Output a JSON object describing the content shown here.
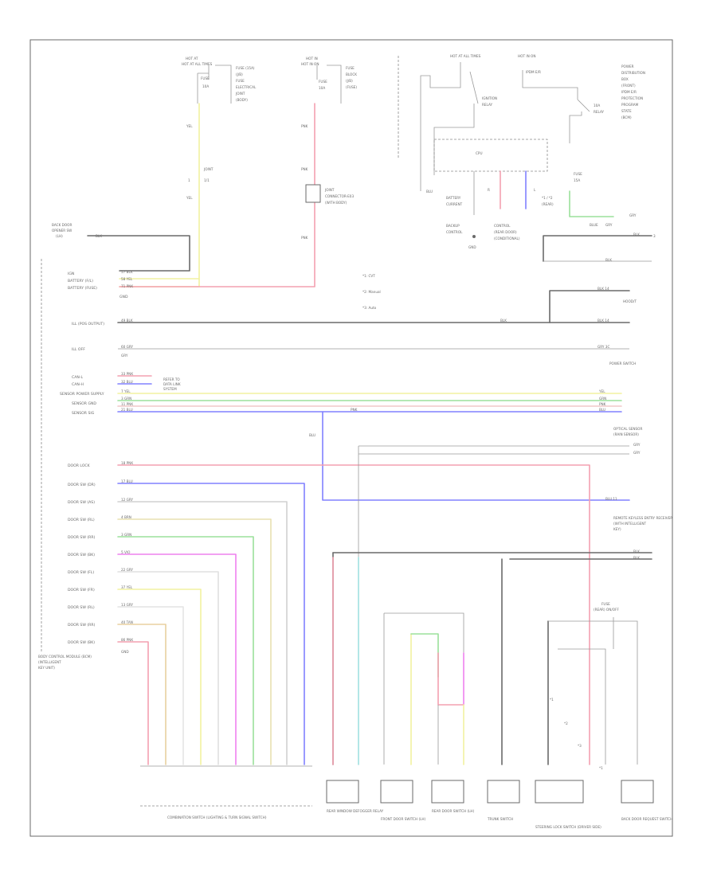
{
  "footer_code": "",
  "legend": {
    "items": [
      "*1: CVT",
      "*2: Manual",
      "*3: Auto"
    ]
  },
  "left_labels": {
    "bcm_inputs": [
      "IGN",
      "BATTERY (F/L)",
      "BATTERY (FUSE)",
      "GND"
    ],
    "illum": "ILL (POS OUTPUT)",
    "ill_off": "ILL OFF",
    "can": [
      "CAN-L",
      "CAN-H",
      "SENSOR POWER SUPPLY",
      "SENSOR GND",
      "SENSOR SIG"
    ],
    "door_lock": [
      "DOOR LOCK",
      "DOOR SW (DR)",
      "DOOR SW (AS)",
      "DOOR SW (RL)",
      "DOOR SW (RR)",
      "DOOR SW (BK)",
      "DOOR SW (FL)",
      "DOOR SW (FR)",
      "DOOR SW (RL)",
      "DOOR SW (RR)",
      "DOOR SW (BK)"
    ],
    "bcm_name": "BODY CONTROL MODULE (BCM)"
  },
  "bottom_components": [
    "COMBINATION SWITCH (LIGHTING & TURN SIGNAL SWITCH)",
    "REAR WINDOW DEFOGGER RELAY",
    "FRONT DOOR SWITCH (LH)",
    "REAR DOOR SWITCH (LH)",
    "TRUNK SWITCH",
    "STEERING LOCK SWITCH (DRIVER SIDE)",
    "BACK DOOR REQUEST SWITCH"
  ],
  "top_labels": {
    "hot_at_all_times_1": "HOT AT ALL TIMES",
    "hot_at_all_times_2": "HOT AT ALL TIMES",
    "hot_in_on_1": "HOT IN ON",
    "hot_in_on_2": "HOT IN ON",
    "fuse_block": "FUSE BLOCK (J/B)",
    "relay": "IPDM E/R",
    "ground": "GND",
    "power_switch": "POWER SWITCH",
    "optical_sensor": "OPTICAL SENSOR",
    "remote_keyless": "REMOTE KEYLESS ENTRY RECEIVER",
    "rear_window": "REAR WINDOW DEFOGGER"
  }
}
